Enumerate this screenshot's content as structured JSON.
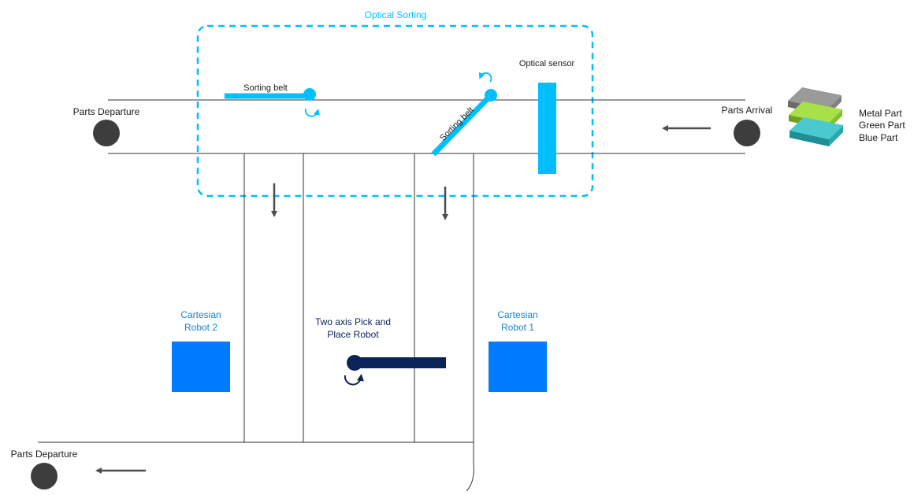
{
  "colors": {
    "accent": "#00bfff",
    "robot_blue": "#007bff",
    "navy": "#0a2359",
    "station_gray": "#3d3d3d",
    "arrow_gray": "#4d4d4d",
    "line": "#333333",
    "label_blue": "#1a82d6"
  },
  "optical_sorting": {
    "title": "Optical Sorting"
  },
  "sorting_belts": {
    "left_label": "Sorting belt",
    "right_label": "Sorting belt"
  },
  "optical_sensor": {
    "label": "Optical sensor"
  },
  "stations": {
    "departure_top": "Parts Departure",
    "arrival": "Parts Arrival",
    "departure_bottom": "Parts Departure"
  },
  "parts_legend": {
    "items": [
      "Metal Part",
      "Green Part",
      "Blue Part"
    ]
  },
  "robots": {
    "cartesian_2": {
      "line1": "Cartesian",
      "line2": "Robot 2"
    },
    "cartesian_1": {
      "line1": "Cartesian",
      "line2": "Robot 1"
    },
    "pick_place": {
      "line1": "Two axis Pick and",
      "line2": "Place Robot"
    }
  },
  "icons": [
    "rotate-cw-icon",
    "rotate-ccw-icon",
    "arrow-left-icon",
    "arrow-down-icon",
    "part-tile-icon"
  ]
}
